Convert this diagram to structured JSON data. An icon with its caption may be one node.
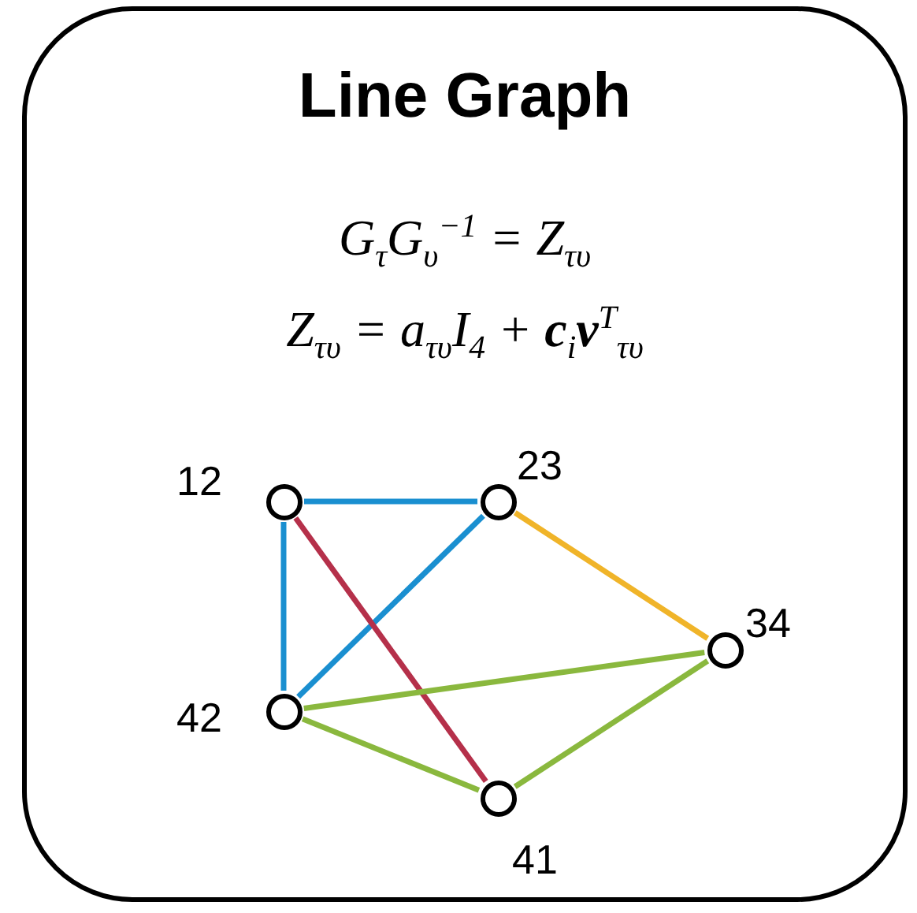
{
  "diagram": {
    "nodes": [
      {
        "text": [
          "Line Graph",
          "G$_{τ}$G$_{υ}$$^{−1}$ = Z$_{τυ}$",
          "Z$_{τυ}$ = a$_{τυ}$I$_{4}$ + **c**$_{i}$**v**$^{T}$$_{τυ}$"
        ]
      },
      {
        "text": [],
        "shape": "circle",
        "beside": [
          "12"
        ],
        "in": 0
      },
      {
        "text": [],
        "shape": "circle",
        "beside": [
          "23"
        ],
        "in": 0
      },
      {
        "text": [],
        "shape": "circle",
        "beside": [
          "34"
        ],
        "in": 0
      },
      {
        "text": [],
        "shape": "circle",
        "beside": [
          "42"
        ],
        "in": 0
      },
      {
        "text": [],
        "shape": "circle",
        "beside": [
          "41"
        ],
        "in": 0
      }
    ],
    "edges": [
      {
        "from": 1,
        "to": 2,
        "arrow": "none",
        "color": "#1a8fd0"
      },
      {
        "from": 1,
        "to": 4,
        "arrow": "none",
        "color": "#1a8fd0"
      },
      {
        "from": 4,
        "to": 2,
        "arrow": "none",
        "color": "#1a8fd0"
      },
      {
        "from": 1,
        "to": 5,
        "arrow": "none",
        "color": "#b5304a"
      },
      {
        "from": 2,
        "to": 3,
        "arrow": "none",
        "color": "#f0b429"
      },
      {
        "from": 4,
        "to": 3,
        "arrow": "none",
        "color": "#8ab83e"
      },
      {
        "from": 4,
        "to": 5,
        "arrow": "none",
        "color": "#8ab83e"
      },
      {
        "from": 5,
        "to": 3,
        "arrow": "none",
        "color": "#8ab83e"
      }
    ]
  }
}
